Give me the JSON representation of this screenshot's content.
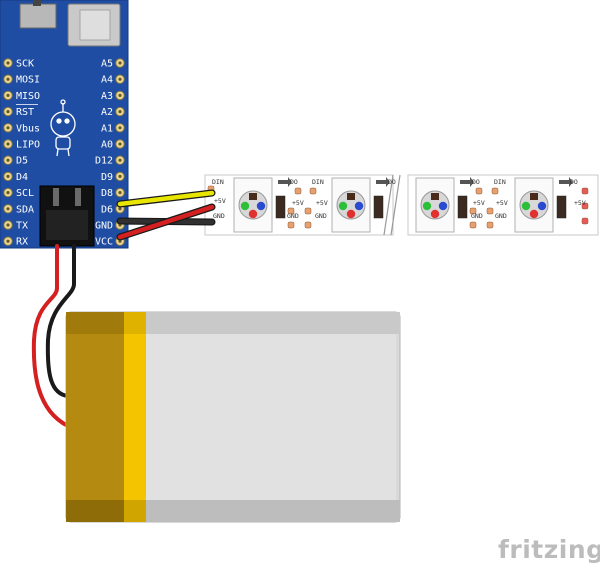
{
  "board": {
    "left_pins": [
      "SCK",
      "MOSI",
      "MISO",
      "RST",
      "Vbus",
      "LIPO",
      "D5",
      "D4",
      "SCL",
      "SDA",
      "TX",
      "RX"
    ],
    "right_pins": [
      "A5",
      "A4",
      "A3",
      "A2",
      "A1",
      "A0",
      "D12",
      "D9",
      "D8",
      "D6",
      "GND",
      "VCC"
    ],
    "color": "#1f4da3"
  },
  "strip": {
    "segment_labels": {
      "din": "DIN",
      "plus5v": "+5V",
      "gnd": "GND",
      "dout": "DO"
    },
    "pixel_count": 4
  },
  "wires": {
    "data": "#e8e600",
    "ground": "#1a1a1a",
    "power": "#d42020"
  },
  "battery": {
    "body_color": "#d9d9d9",
    "wrap_color": "#b58a10",
    "band_color": "#f5c400"
  },
  "logo": {
    "text": "fritzing"
  }
}
